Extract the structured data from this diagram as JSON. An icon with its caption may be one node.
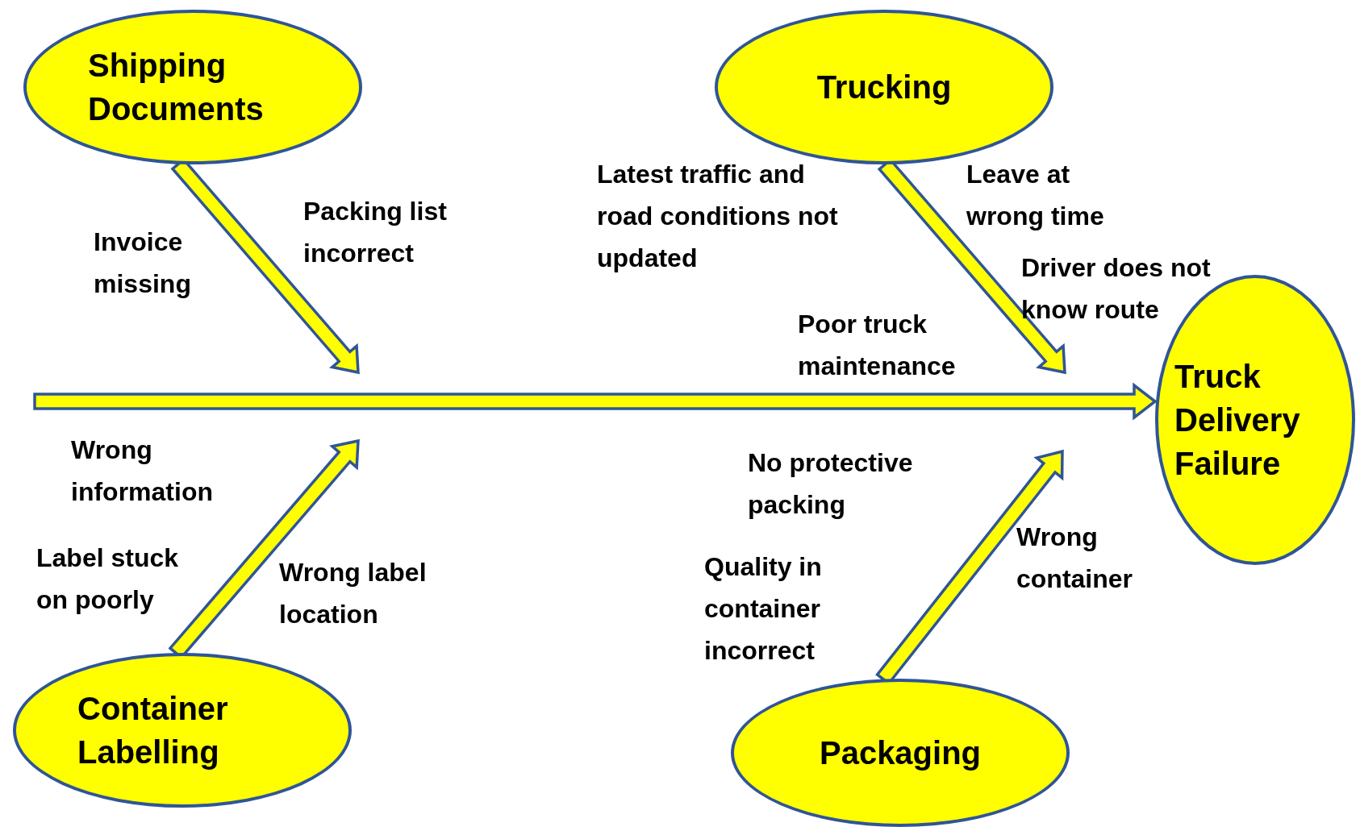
{
  "diagram": {
    "nodes": [
      {
        "text": [
          "Shipping Documents"
        ]
      },
      {
        "text": [
          "Trucking"
        ]
      },
      {
        "text": [
          "Truck Delivery Failure"
        ]
      },
      {
        "text": [
          "Container Labelling"
        ]
      },
      {
        "text": [
          "Packaging"
        ]
      }
    ],
    "edges": [
      {
        "from": 0,
        "to": null,
        "arrow": "to"
      },
      {
        "from": 1,
        "to": null,
        "arrow": "to"
      },
      {
        "from": null,
        "to": 2,
        "arrow": "to"
      },
      {
        "from": 3,
        "to": null,
        "arrow": "to"
      },
      {
        "from": 4,
        "to": null,
        "arrow": "to"
      }
    ],
    "labels": [
      "Latest traffic and road conditions not updated",
      "Leave at wrong time",
      "Packing list incorrect",
      "Invoice missing",
      "Driver does not know route",
      "Poor truck maintenance",
      "Wrong information",
      "No protective packing",
      "Label stuck on poorly",
      "Wrong label location",
      "Quality in container incorrect",
      "Wrong container"
    ]
  }
}
